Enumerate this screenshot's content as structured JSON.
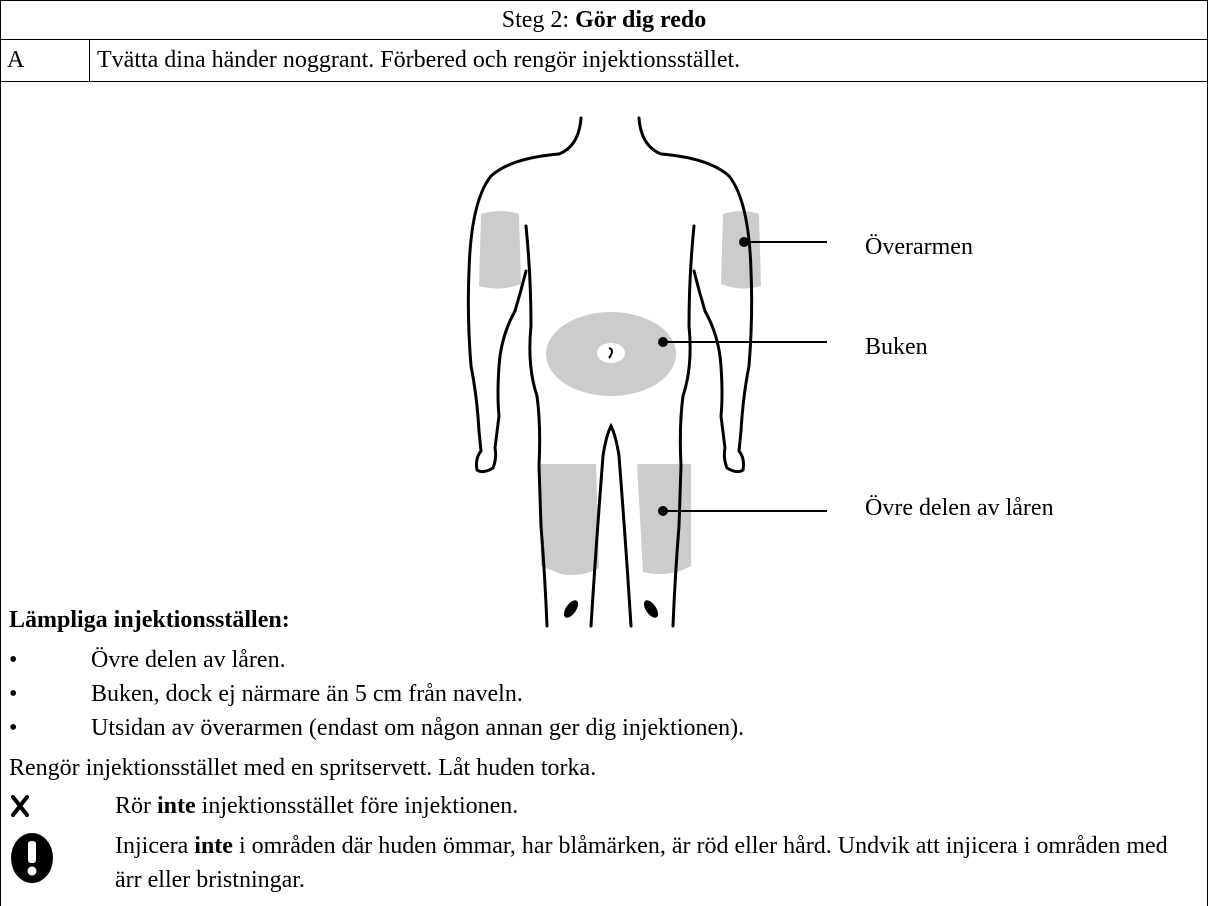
{
  "header": {
    "step_prefix": "Steg 2: ",
    "step_title": "Gör dig redo"
  },
  "step_a": {
    "letter": "A",
    "text": "Tvätta dina händer noggrant. Förbered och rengör injektionsstället."
  },
  "figure": {
    "labels": {
      "upper_arm": "Överarmen",
      "abdomen": "Buken",
      "thigh": "Övre delen av låren"
    },
    "colors": {
      "zone": "#cccccc",
      "outline": "#000000"
    }
  },
  "sites": {
    "heading": "Lämpliga injektionsställen:",
    "bullet": "•",
    "items": [
      "Övre delen av låren.",
      "Buken, dock ej närmare än 5 cm från naveln.",
      "Utsidan av överarmen (endast om någon annan ger dig injektionen)."
    ]
  },
  "clean_instruction": "Rengör injektionsstället med en spritservett. Låt huden torka.",
  "dont_touch": {
    "icon": "cross-icon",
    "pre": "Rör ",
    "bold": "inte",
    "post": " injektionsstället före injektionen."
  },
  "warning": {
    "icon": "warning-icon",
    "pre": "Injicera ",
    "bold": "inte",
    "post": " i områden där huden ömmar, har blåmärken, är röd eller hård. Undvik att injicera i områden med ärr eller bristningar."
  }
}
